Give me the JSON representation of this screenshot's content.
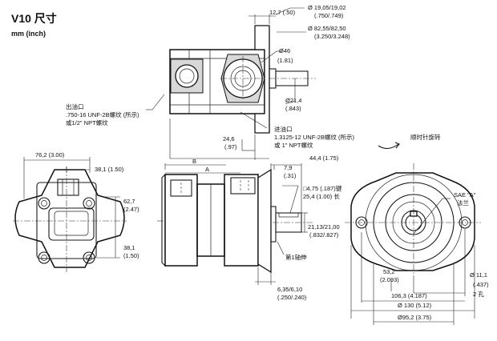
{
  "title": "V10 尺寸",
  "units": "mm (inch)",
  "labels": {
    "d_19": "Ø 19,05/19,02",
    "d_19_in": "(.750/.749)",
    "d_12": "12,7 (.50)",
    "d_82": "Ø 82,55/82,50",
    "d_82_in": "(3.250/3.248)",
    "d_46": "Ø46",
    "d_46_in": "(1.81)",
    "d_21": "Ø21,4",
    "d_21_in": "(.843)",
    "outlet_1": "出油口",
    "outlet_2": ".750-16 UNF-2B螺纹 (所示)",
    "outlet_3": "或1/2\" NPT螺纹",
    "inlet_1": "进油口",
    "inlet_2": "1.3125-12 UNF-2B螺纹 (所示)",
    "inlet_3": "或 1\" NPT螺纹",
    "d_24": "24,6",
    "d_24_in": "(.97)",
    "rotation": "顺时针旋转",
    "d_76": "76,2 (3.00)",
    "d_38a": "38,1 (1.50)",
    "d_62": "62,7",
    "d_62_in": "(2.47)",
    "d_38b": "38,1",
    "d_38b_in": "(1.50)",
    "dim_b": "B",
    "dim_a": "A",
    "d_44": "44,4 (1.75)",
    "d_7": "7,9",
    "d_7_in": "(.31)",
    "key_1": "□4,75 (.187)键",
    "key_2": "25,4 (1.00) 长",
    "d_21_13": "21,13/21,00",
    "d_21_13_in": "(.832/.827)",
    "shaft_ext": "第1轴伸",
    "d_6": "6,35/6,10",
    "d_6_in": "(.250/.240)",
    "sae_1": "SAE \"A\"",
    "sae_2": "法兰",
    "d_53": "53,2",
    "d_53_in": "(2.093)",
    "d_106": "106,3 (4.187)",
    "d_130": "Ø 130 (5.12)",
    "d_95": "Ø95,2 (3.75)",
    "d_11": "Ø 11,1",
    "d_11_in": "(.437)",
    "holes": "2 孔"
  }
}
